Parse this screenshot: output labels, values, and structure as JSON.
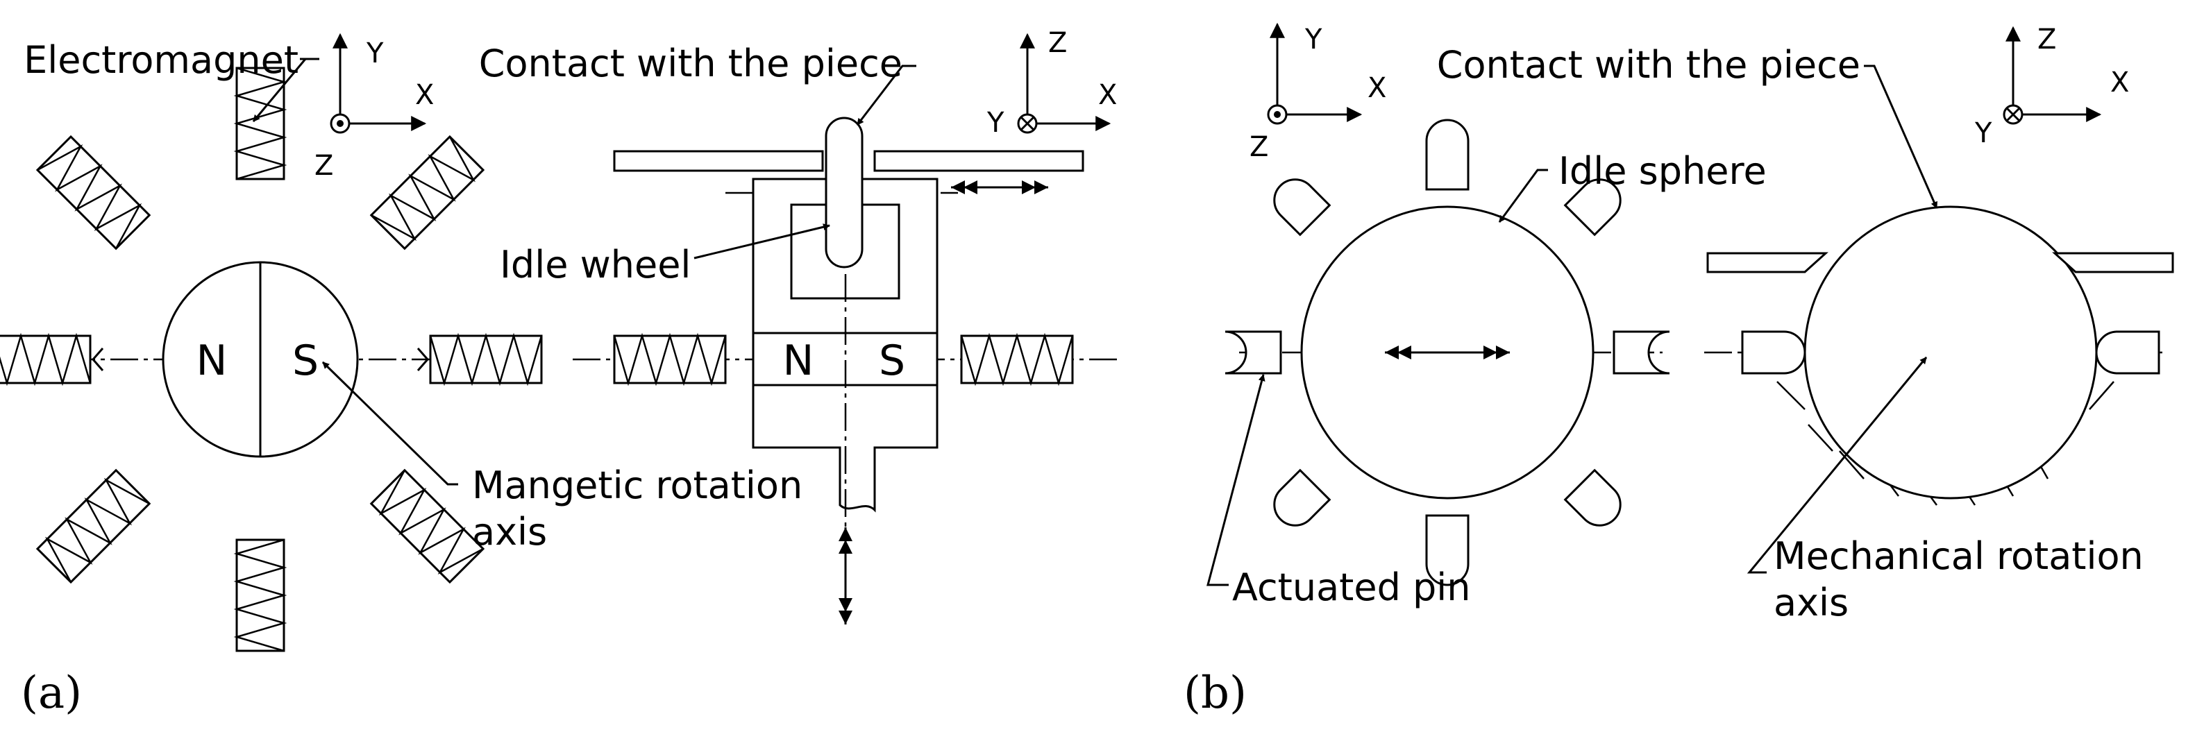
{
  "panel_a": {
    "caption": "(a)",
    "labels": {
      "electromagnet": "Electromagnet",
      "contact": "Contact with the piece",
      "idle_wheel": "Idle wheel",
      "rotation_axis_line1": "Mangetic rotation",
      "rotation_axis_line2": "axis",
      "north": "N",
      "south": "S"
    },
    "axes_top": {
      "up": "Y",
      "right": "X",
      "out": "Z"
    },
    "axes_side": {
      "up": "Z",
      "right": "X",
      "in": "Y"
    }
  },
  "panel_b": {
    "caption": "(b)",
    "labels": {
      "contact": "Contact with the piece",
      "idle_sphere": "Idle sphere",
      "actuated_pin": "Actuated pin",
      "mech_axis_line1": "Mechanical rotation",
      "mech_axis_line2": "axis"
    },
    "axes_top": {
      "up": "Y",
      "right": "X",
      "out": "Z"
    },
    "axes_side": {
      "up": "Z",
      "right": "X",
      "in": "Y"
    }
  },
  "colors": {
    "ink": "#000000",
    "background": "#ffffff"
  }
}
